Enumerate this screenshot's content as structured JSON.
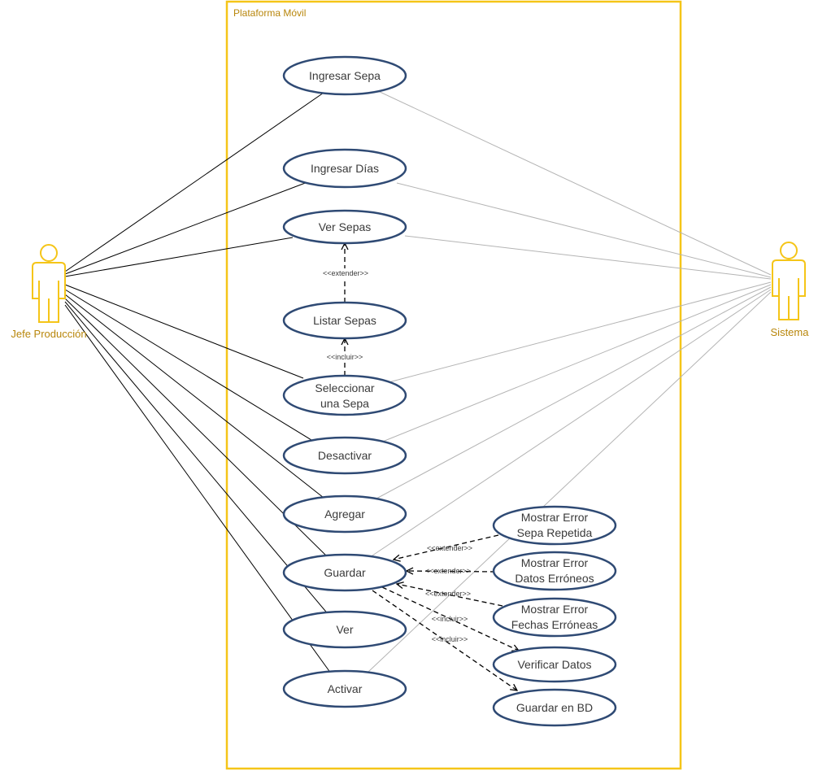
{
  "system": {
    "title": "Plataforma Móvil"
  },
  "actors": {
    "jefe": {
      "label": "Jefe Producción"
    },
    "sistema": {
      "label": "Sistema"
    }
  },
  "use_cases": {
    "ingresar_sepa": {
      "label": "Ingresar Sepa"
    },
    "ingresar_dias": {
      "label": "Ingresar Días"
    },
    "ver_sepas": {
      "label": "Ver Sepas"
    },
    "listar_sepas": {
      "label": "Listar Sepas"
    },
    "seleccionar_sepa": {
      "line1": "Seleccionar",
      "line2": "una Sepa"
    },
    "desactivar": {
      "label": "Desactivar"
    },
    "agregar": {
      "label": "Agregar"
    },
    "guardar": {
      "label": "Guardar"
    },
    "ver": {
      "label": "Ver"
    },
    "activar": {
      "label": "Activar"
    },
    "error_sepa_repetida": {
      "line1": "Mostrar Error",
      "line2": "Sepa Repetida"
    },
    "error_datos_erroneos": {
      "line1": "Mostrar Error",
      "line2": "Datos Erróneos"
    },
    "error_fechas_erroneas": {
      "line1": "Mostrar Error",
      "line2": "Fechas Erróneas"
    },
    "verificar_datos": {
      "label": "Verificar Datos"
    },
    "guardar_bd": {
      "label": "Guardar en BD"
    }
  },
  "relations": {
    "extender_ver_sepas": "<<extender>>",
    "incluir_listar": "<<incluir>>",
    "extender_sepa_repetida": "<<extender>>",
    "extender_datos": "<<extender>>",
    "extender_fechas": "<<extender>>",
    "incluir_verificar": "<<incluir>>",
    "incluir_guardar_bd": "<<incluir>>"
  },
  "colors": {
    "actor": "#f5c518",
    "boundary": "#f5c518",
    "ellipse_stroke": "#2f4a74",
    "jefe_line": "#000000",
    "sistema_line": "#b4b4b4"
  }
}
